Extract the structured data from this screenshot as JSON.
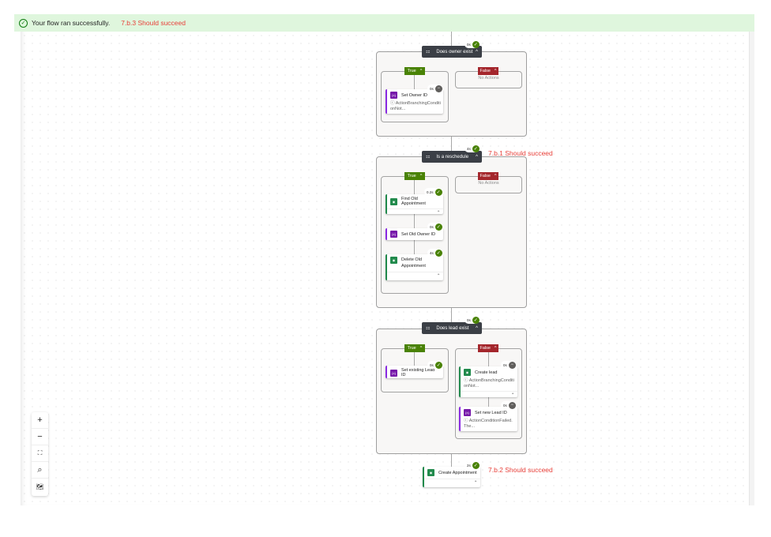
{
  "banner": {
    "message": "Your flow ran successfully.",
    "note": "7.b.3 Should succeed",
    "icon": "check-circle-icon"
  },
  "annotations": {
    "reschedule": "7.b.1 Should succeed",
    "appointment": "7.b.2 Should succeed"
  },
  "conditions": [
    {
      "title": "Does owner exist",
      "duration": "0s",
      "status": "succeeded",
      "true_label": "True",
      "false_label": "False",
      "false_empty": "No Actions",
      "true_actions": [
        {
          "title": "Set Owner ID",
          "duration": "0s",
          "status": "skipped",
          "subtitle": "ActionBranchingConditionNot..."
        }
      ]
    },
    {
      "title": "Is a reschedule",
      "duration": "4s",
      "status": "succeeded",
      "true_label": "True",
      "false_label": "False",
      "false_empty": "No Actions",
      "true_actions": [
        {
          "title": "Find Old Appointment",
          "duration": "0.2s",
          "status": "succeeded"
        },
        {
          "title": "Set Old Owner ID",
          "duration": "0s",
          "status": "succeeded"
        },
        {
          "title": "Delete Old Appointment",
          "duration": "4s",
          "status": "succeeded"
        }
      ]
    },
    {
      "title": "Does lead exist",
      "duration": "0s",
      "status": "succeeded",
      "true_label": "True",
      "false_label": "False",
      "true_actions": [
        {
          "title": "Set existing Lead ID",
          "duration": "0s",
          "status": "succeeded"
        }
      ],
      "false_actions": [
        {
          "title": "Create lead",
          "duration": "0s",
          "status": "skipped",
          "subtitle": "ActionBranchingConditionNot..."
        },
        {
          "title": "Set new Lead ID",
          "duration": "0s",
          "status": "skipped",
          "subtitle": "ActionConditionFailed. The..."
        }
      ]
    }
  ],
  "final_action": {
    "title": "Create Appointment",
    "duration": "2s",
    "status": "succeeded"
  },
  "zoom_controls": [
    {
      "name": "zoom-in",
      "glyph": "+"
    },
    {
      "name": "zoom-out",
      "glyph": "−"
    },
    {
      "name": "fit-view",
      "glyph": "⛶"
    },
    {
      "name": "search",
      "glyph": "⌕"
    },
    {
      "name": "minimap",
      "glyph": "🗺"
    }
  ],
  "colors": {
    "success": "#498205",
    "failure": "#a4262c",
    "skipped": "#605e5c",
    "note": "#e8403a",
    "banner": "#dff6dd"
  }
}
